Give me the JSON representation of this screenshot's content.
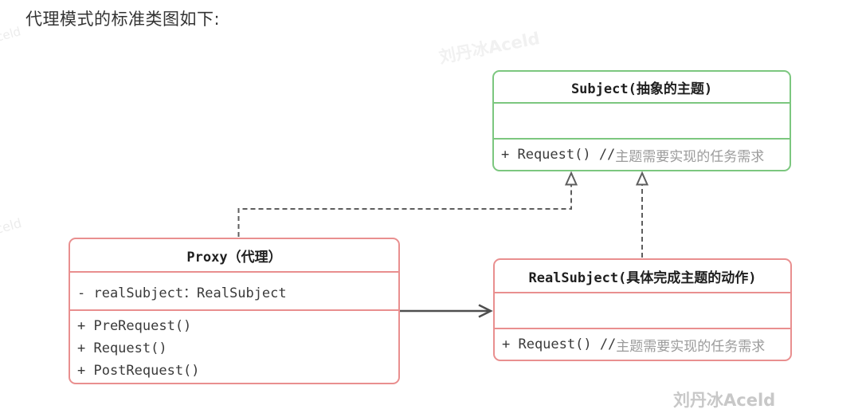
{
  "page": {
    "heading": "代理模式的标准类图如下:"
  },
  "colors": {
    "subject_border": "#7cc77f",
    "proxy_border": "#e98f8f",
    "realsubject_border": "#e98f8f",
    "title_text": "#1f1f1f",
    "code_text": "#3a3a3a",
    "comment_text": "#9b9b9b",
    "arrow": "#5e5e5e",
    "heading_text": "#333333",
    "watermark_faint": "#f1f1f1",
    "watermark_gray": "#c8c8c8"
  },
  "classes": {
    "subject": {
      "title": "Subject(抽象的主题)",
      "attributes": [],
      "methods": [
        {
          "code": "+ Request() //",
          "comment": "主题需要实现的任务需求"
        }
      ]
    },
    "proxy": {
      "title": "Proxy（代理）",
      "attributes": [
        {
          "code": "- realSubject：RealSubject"
        }
      ],
      "methods": [
        {
          "code": "+ PreRequest()"
        },
        {
          "code": "+ Request()"
        },
        {
          "code": "+ PostRequest()"
        }
      ]
    },
    "realsubject": {
      "title": "RealSubject(具体完成主题的动作)",
      "attributes": [],
      "methods": [
        {
          "code": "+ Request() //",
          "comment": "主题需要实现的任务需求"
        }
      ]
    }
  },
  "relationships": [
    {
      "type": "dashed-generalization",
      "from": "Proxy",
      "to": "Subject"
    },
    {
      "type": "dashed-generalization",
      "from": "RealSubject",
      "to": "Subject"
    },
    {
      "type": "solid-association",
      "from": "Proxy",
      "to": "RealSubject"
    }
  ],
  "watermarks": {
    "top": "刘丹冰Aceld",
    "bottom_right": "刘丹冰Aceld",
    "left_top_fragment": "celd",
    "left_mid_fragment": "celd"
  }
}
